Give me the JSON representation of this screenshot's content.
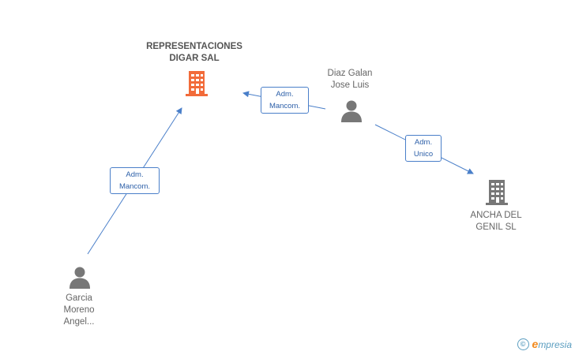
{
  "nodes": {
    "representaciones": {
      "line1": "REPRESENTACIONES",
      "line2": "DIGAR SAL",
      "color": "#f26b3a"
    },
    "diaz": {
      "line1": "Diaz Galan",
      "line2": "Jose Luis"
    },
    "ancha": {
      "line1": "ANCHA DEL",
      "line2": "GENIL SL",
      "color": "#777777"
    },
    "garcia": {
      "line1": "Garcia",
      "line2": "Moreno",
      "line3": "Angel..."
    }
  },
  "edges": {
    "garcia_rep": {
      "line1": "Adm.",
      "line2": "Mancom."
    },
    "diaz_rep": {
      "line1": "Adm.",
      "line2": "Mancom."
    },
    "diaz_ancha": {
      "line1": "Adm.",
      "line2": "Unico"
    }
  },
  "colors": {
    "edge": "#4a7fc9",
    "person": "#777777"
  },
  "watermark": {
    "copyright": "©",
    "e": "e",
    "brand": "mpresia"
  }
}
